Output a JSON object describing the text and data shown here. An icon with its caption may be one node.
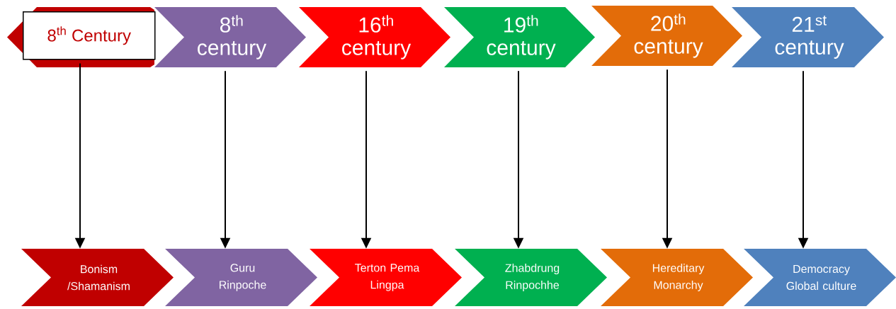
{
  "diagram": {
    "nodes": [
      {
        "text": [
          "8$^{th}$ Century"
        ]
      },
      {
        "text": [
          "8$^{th}$ century"
        ]
      },
      {
        "text": [
          "16$^{th}$ century"
        ]
      },
      {
        "text": [
          "19$^{th}$ century"
        ]
      },
      {
        "text": [
          "20$^{th}$ century"
        ]
      },
      {
        "text": [
          "21$^{st}$ century"
        ]
      },
      {
        "text": [
          "Bonism /Shamanism"
        ]
      },
      {
        "text": [
          "Guru Rinpoche"
        ]
      },
      {
        "text": [
          "Terton Pema Lingpa"
        ]
      },
      {
        "text": [
          "Zhabdrung Rinpochhe"
        ]
      },
      {
        "text": [
          "Hereditary Monarchy"
        ]
      },
      {
        "text": [
          "Democracy Global culture"
        ]
      }
    ],
    "edges": [
      {
        "from": 0,
        "to": 6,
        "arrow": "to"
      },
      {
        "from": 1,
        "to": 7,
        "arrow": "to"
      },
      {
        "from": 2,
        "to": 8,
        "arrow": "to"
      },
      {
        "from": 3,
        "to": 9,
        "arrow": "to"
      },
      {
        "from": 4,
        "to": 10,
        "arrow": "to"
      },
      {
        "from": 5,
        "to": 11,
        "arrow": "to"
      }
    ]
  }
}
